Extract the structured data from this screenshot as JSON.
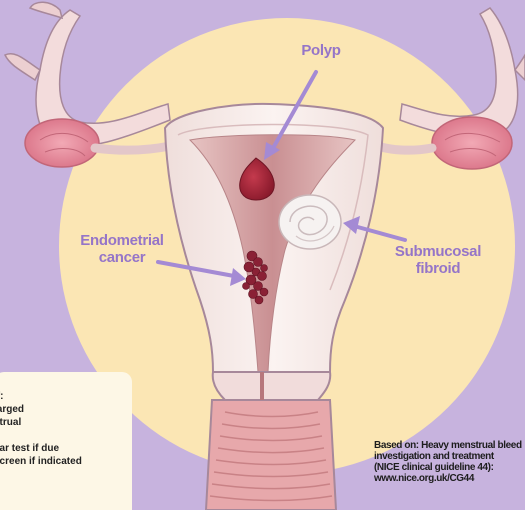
{
  "labels": {
    "polyp": "Polyp",
    "endometrial_cancer": [
      "Endometrial",
      "cancer"
    ],
    "submucosal_fibroid": [
      "Submucosal",
      "fibroid"
    ]
  },
  "info_box_lines": [
    "if:",
    "larged",
    "strual",
    "",
    "ear test if due",
    "screen if indicated"
  ],
  "source_lines": [
    "Based on: Heavy menstrual bleed",
    "investigation and treatment",
    "(NICE clinical guideline 44):",
    "www.nice.org.uk/CG44"
  ],
  "colors": {
    "background": "#c7b3de",
    "circle": "#fbe6b4",
    "label": "#9575c8",
    "arrow": "#a48ad4",
    "uterus_outline": "#a7889a",
    "uterus_fill": "#f6ece9",
    "cavity": "#d3a0a0",
    "polyp": "#a62438",
    "cancer": "#8a2135",
    "ovary": "#e7899a",
    "info_box": "#fdf7e6"
  }
}
